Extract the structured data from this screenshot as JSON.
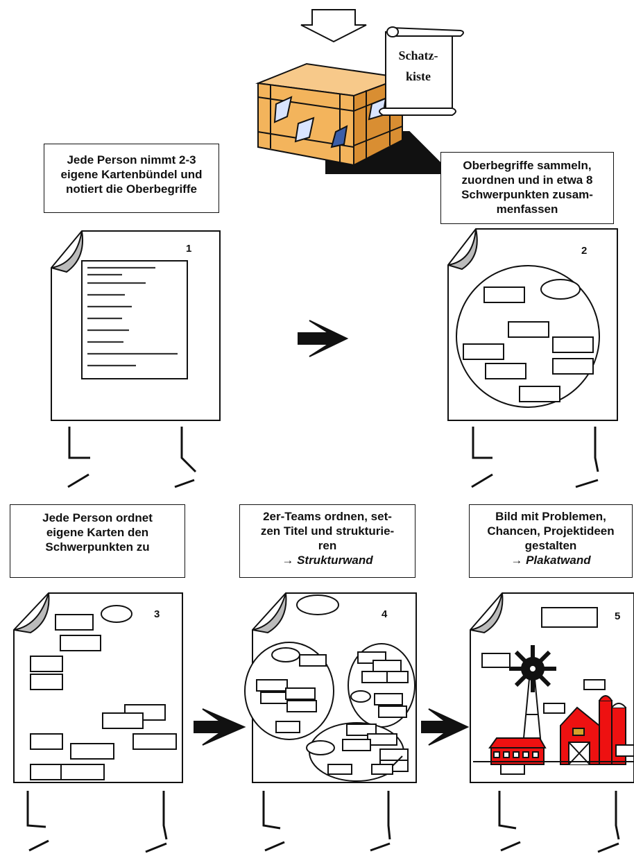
{
  "scroll_label": [
    "Schatz-",
    "kiste"
  ],
  "steps": [
    {
      "id": "1",
      "text": [
        "Jede Person nimmt 2-3",
        "eigene Kartenbündel und",
        "notiert die Oberbegriffe"
      ]
    },
    {
      "id": "2",
      "text": [
        "Oberbegriffe sammeln,",
        "zuordnen und in etwa 8",
        "Schwerpunkten zusam-",
        "menfassen"
      ]
    },
    {
      "id": "3",
      "text": [
        "Jede Person ordnet",
        "eigene Karten den",
        "Schwerpunkten zu"
      ]
    },
    {
      "id": "4",
      "text": [
        "2er-Teams ordnen, set-",
        "zen Titel und strukturie-",
        "ren"
      ],
      "note": "→ Strukturwand"
    },
    {
      "id": "5",
      "text": [
        "Bild mit Problemen,",
        "Chancen, Projektideen",
        "gestalten"
      ],
      "note": "→ Plakatwand"
    }
  ]
}
